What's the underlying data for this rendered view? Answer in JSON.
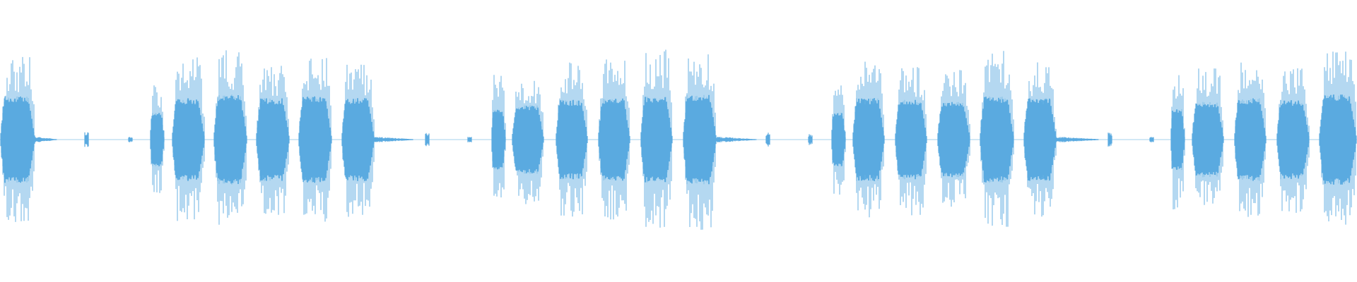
{
  "waveform": {
    "color": "#5aaae0",
    "background": "#ffffff",
    "baseline_color": "#5aaae0",
    "bursts": [
      {
        "start_s": 0.0,
        "end_s": 0.05,
        "peak": 0.92,
        "body": 0.48,
        "kind": "tone"
      },
      {
        "start_s": 0.05,
        "end_s": 0.08,
        "peak": 0.03,
        "body": 0.015,
        "kind": "tail"
      },
      {
        "start_s": 0.12,
        "end_s": 0.126,
        "peak": 0.08,
        "body": 0.04,
        "kind": "click"
      },
      {
        "start_s": 0.182,
        "end_s": 0.188,
        "peak": 0.03,
        "body": 0.015,
        "kind": "click"
      },
      {
        "start_s": 0.212,
        "end_s": 0.232,
        "peak": 0.62,
        "body": 0.3,
        "kind": "onset"
      },
      {
        "start_s": 0.243,
        "end_s": 0.29,
        "peak": 0.92,
        "body": 0.46,
        "kind": "tone"
      },
      {
        "start_s": 0.302,
        "end_s": 0.35,
        "peak": 1.0,
        "body": 0.5,
        "kind": "tone"
      },
      {
        "start_s": 0.362,
        "end_s": 0.41,
        "peak": 0.88,
        "body": 0.46,
        "kind": "tone"
      },
      {
        "start_s": 0.422,
        "end_s": 0.47,
        "peak": 0.92,
        "body": 0.48,
        "kind": "tone"
      },
      {
        "start_s": 0.483,
        "end_s": 0.53,
        "peak": 0.86,
        "body": 0.46,
        "kind": "tone"
      },
      {
        "start_s": 0.53,
        "end_s": 0.585,
        "peak": 0.03,
        "body": 0.015,
        "kind": "tail"
      },
      {
        "start_s": 0.602,
        "end_s": 0.608,
        "peak": 0.08,
        "body": 0.04,
        "kind": "click"
      },
      {
        "start_s": 0.662,
        "end_s": 0.668,
        "peak": 0.03,
        "body": 0.015,
        "kind": "click"
      },
      {
        "start_s": 0.695,
        "end_s": 0.715,
        "peak": 0.76,
        "body": 0.34,
        "kind": "onset"
      },
      {
        "start_s": 0.724,
        "end_s": 0.77,
        "peak": 0.72,
        "body": 0.38,
        "kind": "tone"
      },
      {
        "start_s": 0.786,
        "end_s": 0.832,
        "peak": 0.86,
        "body": 0.44,
        "kind": "tone"
      },
      {
        "start_s": 0.846,
        "end_s": 0.892,
        "peak": 0.9,
        "body": 0.46,
        "kind": "tone"
      },
      {
        "start_s": 0.906,
        "end_s": 0.952,
        "peak": 1.0,
        "body": 0.48,
        "kind": "tone"
      },
      {
        "start_s": 0.966,
        "end_s": 1.014,
        "peak": 1.0,
        "body": 0.5,
        "kind": "tone"
      },
      {
        "start_s": 1.014,
        "end_s": 1.07,
        "peak": 0.03,
        "body": 0.015,
        "kind": "tail"
      },
      {
        "start_s": 1.084,
        "end_s": 1.09,
        "peak": 0.08,
        "body": 0.04,
        "kind": "click"
      },
      {
        "start_s": 1.144,
        "end_s": 1.15,
        "peak": 0.06,
        "body": 0.03,
        "kind": "click"
      },
      {
        "start_s": 1.176,
        "end_s": 1.196,
        "peak": 0.62,
        "body": 0.3,
        "kind": "onset"
      },
      {
        "start_s": 1.206,
        "end_s": 1.252,
        "peak": 0.88,
        "body": 0.46,
        "kind": "tone"
      },
      {
        "start_s": 1.266,
        "end_s": 1.312,
        "peak": 0.84,
        "body": 0.44,
        "kind": "tone"
      },
      {
        "start_s": 1.326,
        "end_s": 1.372,
        "peak": 0.78,
        "body": 0.42,
        "kind": "tone"
      },
      {
        "start_s": 1.386,
        "end_s": 1.434,
        "peak": 1.0,
        "body": 0.48,
        "kind": "tone"
      },
      {
        "start_s": 1.448,
        "end_s": 1.494,
        "peak": 0.86,
        "body": 0.46,
        "kind": "tone"
      },
      {
        "start_s": 1.494,
        "end_s": 1.555,
        "peak": 0.03,
        "body": 0.015,
        "kind": "tail"
      },
      {
        "start_s": 1.568,
        "end_s": 1.574,
        "peak": 0.08,
        "body": 0.04,
        "kind": "click"
      },
      {
        "start_s": 1.627,
        "end_s": 1.633,
        "peak": 0.03,
        "body": 0.015,
        "kind": "click"
      },
      {
        "start_s": 1.656,
        "end_s": 1.676,
        "peak": 0.78,
        "body": 0.34,
        "kind": "onset"
      },
      {
        "start_s": 1.686,
        "end_s": 1.732,
        "peak": 0.8,
        "body": 0.42,
        "kind": "tone"
      },
      {
        "start_s": 1.746,
        "end_s": 1.792,
        "peak": 0.86,
        "body": 0.46,
        "kind": "tone"
      },
      {
        "start_s": 1.806,
        "end_s": 1.852,
        "peak": 0.82,
        "body": 0.44,
        "kind": "tone"
      },
      {
        "start_s": 1.866,
        "end_s": 1.92,
        "peak": 1.0,
        "body": 0.5,
        "kind": "tone"
      }
    ],
    "duration_s": 1.92
  }
}
